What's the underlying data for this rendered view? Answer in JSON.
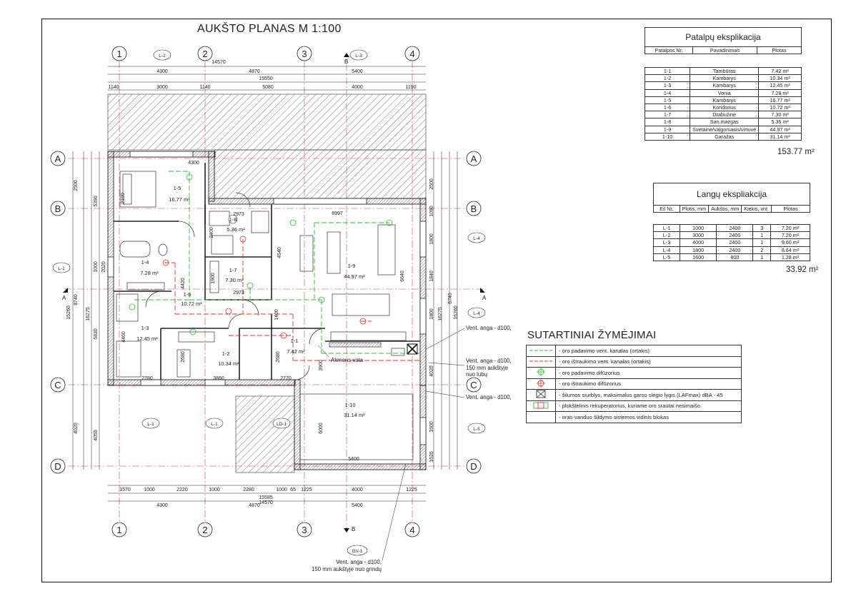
{
  "title": "AUKŠTO PLANAS M  1:100",
  "axes": {
    "columns": [
      "1",
      "2",
      "3",
      "4"
    ],
    "rows": [
      "A",
      "B",
      "C",
      "D"
    ],
    "section_marks": [
      "A",
      "B"
    ],
    "window_tags": [
      "L-1",
      "L-2",
      "L-3",
      "L-4",
      "L-5",
      "LD-1",
      "GV-1"
    ]
  },
  "dimensions": {
    "top_row1": [
      "4300",
      "4870",
      "5400"
    ],
    "top_total1": "14570",
    "top_total2": "15550",
    "top_row2": [
      "1140",
      "3000",
      "1140",
      "5080",
      "4000",
      "1190"
    ],
    "bottom_row1": [
      "1570",
      "1000",
      "2220",
      "1000",
      "2280",
      "1000",
      "65",
      "1225",
      "4000",
      "1225"
    ],
    "bottom_total": "15585",
    "bottom_total2": "14570",
    "bottom_row2": [
      "4300",
      "4870",
      "5400"
    ],
    "left": [
      "2500",
      "5390",
      "1000",
      "2020",
      "5830",
      "4460",
      "4020",
      "4055",
      "16275",
      "15260",
      "8740"
    ],
    "right": [
      "2500",
      "1090",
      "1800",
      "1840",
      "1800",
      "4020",
      "1600",
      "1625",
      "6640",
      "16275",
      "15260",
      "8740"
    ],
    "interior": [
      "4300",
      "6997",
      "2973",
      "2973",
      "3900",
      "4540",
      "1900",
      "2400",
      "4420",
      "1400",
      "2680",
      "2680",
      "2770",
      "2780",
      "3860",
      "2100",
      "3900",
      "5400",
      "6000"
    ]
  },
  "rooms": [
    {
      "id": "1-5",
      "area": "16.77 m²"
    },
    {
      "id": "1-8",
      "area": "5.36 m²"
    },
    {
      "id": "1-9",
      "area": "44.97 m²"
    },
    {
      "id": "1-4",
      "area": "7.28 m²"
    },
    {
      "id": "1-7",
      "area": "7.30 m²"
    },
    {
      "id": "1-6",
      "area": "10.72 m²"
    },
    {
      "id": "1-3",
      "area": "12.45 m²"
    },
    {
      "id": "1-2",
      "area": "10.34 m²"
    },
    {
      "id": "1-1",
      "area": "7.42 m²"
    },
    {
      "id": "1-10",
      "area": "31.14 m²"
    }
  ],
  "notes": {
    "vent1": "Vent. anga - d100,",
    "vent2": [
      "Vent. anga - d100,",
      "150 mm aukštyje",
      "nuo lubų"
    ],
    "vent3": "Vent. anga - d100,",
    "vent4": [
      "Vent. anga - d100,",
      "150 mm aukštyje nuo grindų"
    ],
    "akmens": "Akmens vata"
  },
  "rooms_table": {
    "caption": "Patalpų eksplikacija",
    "headers": [
      "Patalpos Nr.",
      "Pavadinimas",
      "Plotas"
    ],
    "rows": [
      [
        "1-1",
        "Tambūras",
        "7.42 m²"
      ],
      [
        "1-2",
        "Kambarys",
        "10.34 m²"
      ],
      [
        "1-3",
        "Kambarys",
        "12.45 m²"
      ],
      [
        "1-4",
        "Vonia",
        "7.28 m²"
      ],
      [
        "1-5",
        "Kambarys",
        "16.77 m²"
      ],
      [
        "1-6",
        "Koridorius",
        "10.72 m²"
      ],
      [
        "1-7",
        "Drabužinė",
        "7.30 m²"
      ],
      [
        "1-8",
        "San.mazgas",
        "5.36 m²"
      ],
      [
        "1-9",
        "Svetainė/valgomasis/virtuvė",
        "44.97 m²"
      ],
      [
        "1-10",
        "Garažas",
        "31.14 m²"
      ]
    ],
    "total": "153.77 m²"
  },
  "windows_table": {
    "caption": "Langų ekspliakcija",
    "headers": [
      "Eil Nr.",
      "Plotis, mm",
      "Aukštis, mm",
      "Kiekis, vnt.",
      "Plotas"
    ],
    "rows": [
      [
        "L-1",
        "1000",
        "2400",
        "3",
        "7.20 m²"
      ],
      [
        "L-2",
        "3000",
        "2400",
        "1",
        "7.20 m²"
      ],
      [
        "L-3",
        "4000",
        "2400",
        "1",
        "9.60 m²"
      ],
      [
        "L-4",
        "1800",
        "2400",
        "2",
        "8.64 m²"
      ],
      [
        "L-5",
        "1600",
        "800",
        "1",
        "1.28 m²"
      ]
    ],
    "total": "33.92 m²"
  },
  "legend": {
    "title": "SUTARTINIAI ŽYMĖJIMAI",
    "items": [
      "-  oro padavimo vent. kanalas (ortakis)",
      "-  oro ištraukimo vent. kanalas (ortakis)",
      "- oro padavimo difūzorius",
      "- oro ištraukimo difūzorius",
      "-  šilumos siurblys, maksimalus garso slėgio lygis  (LAFmax) dBA - 45",
      "-  plokštelinis rekuperatorius, kuriame oro  srautai nesimaišo.",
      "- oras-vanduo šildymo sistemos vidinis blokas"
    ]
  },
  "colors": {
    "supply": "#2fbf2f",
    "exhaust": "#e03030",
    "axis": "#d23a3a",
    "hatch": "#555555"
  }
}
